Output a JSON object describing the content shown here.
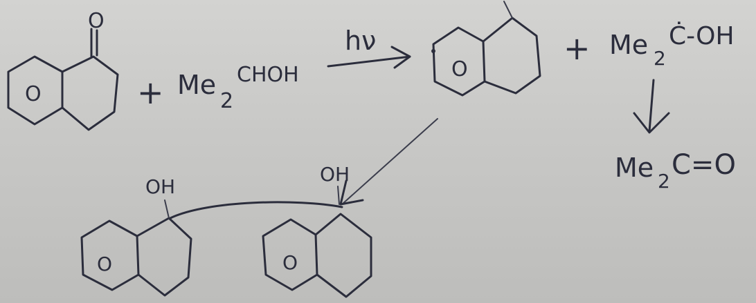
{
  "reaction": {
    "reactant_ring_label": "O",
    "carbonyl_oxygen": "O",
    "plus_1": "+",
    "reagent_prefix": "Me",
    "reagent_subscript": "2",
    "reagent_suffix": "CHOH",
    "light_symbol": "hν",
    "radical_ring_label": "O",
    "plus_2": "+",
    "radical2_prefix": "Me",
    "radical2_subscript": "2",
    "radical2_suffix": "Ċ-OH",
    "product_prefix": "Me",
    "product_subscript": "2",
    "product_suffix": "C=O",
    "dimer_left_ring_label": "O",
    "dimer_left_oh": "OH",
    "dimer_right_ring_label": "O",
    "dimer_right_oh": "OH"
  }
}
